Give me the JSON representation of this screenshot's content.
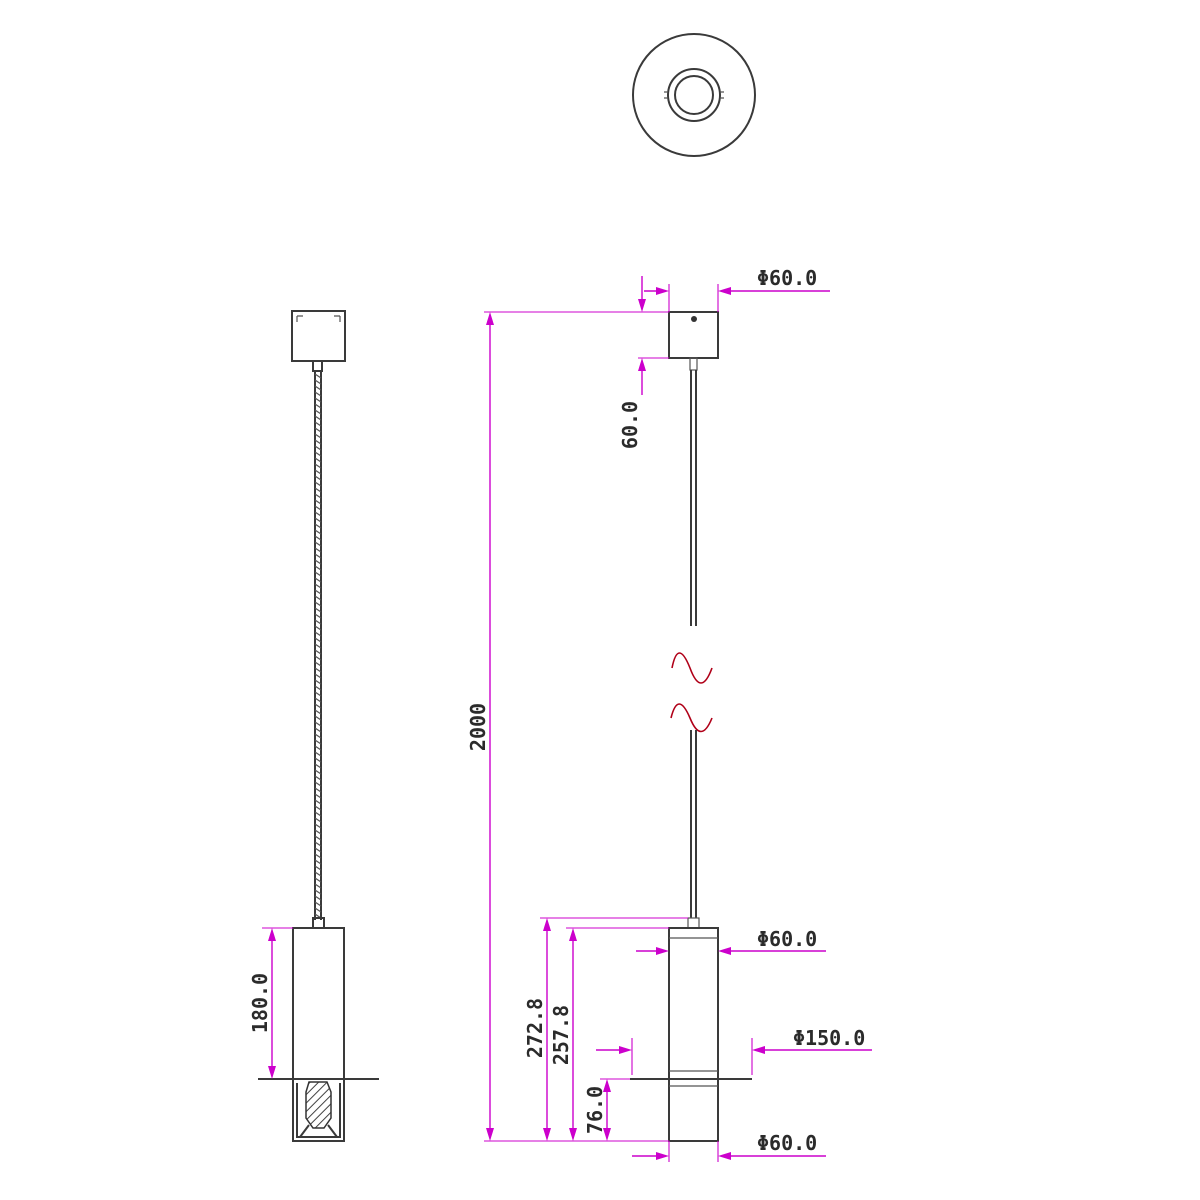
{
  "colors": {
    "ink": "#3a3a3a",
    "dimension": "#cc00cc",
    "break_mark": "#b00018",
    "background": "#ffffff"
  },
  "dimensions": {
    "canopy_diameter": "Φ60.0",
    "canopy_height": "60.0",
    "overall_length": "2000",
    "body_diameter": "Φ60.0",
    "cutout_diameter": "Φ150.0",
    "bottom_diameter": "Φ60.0",
    "total_body_height": "272.8",
    "body_height": "257.8",
    "recess_depth": "76.0",
    "side_body_height": "180.0"
  }
}
